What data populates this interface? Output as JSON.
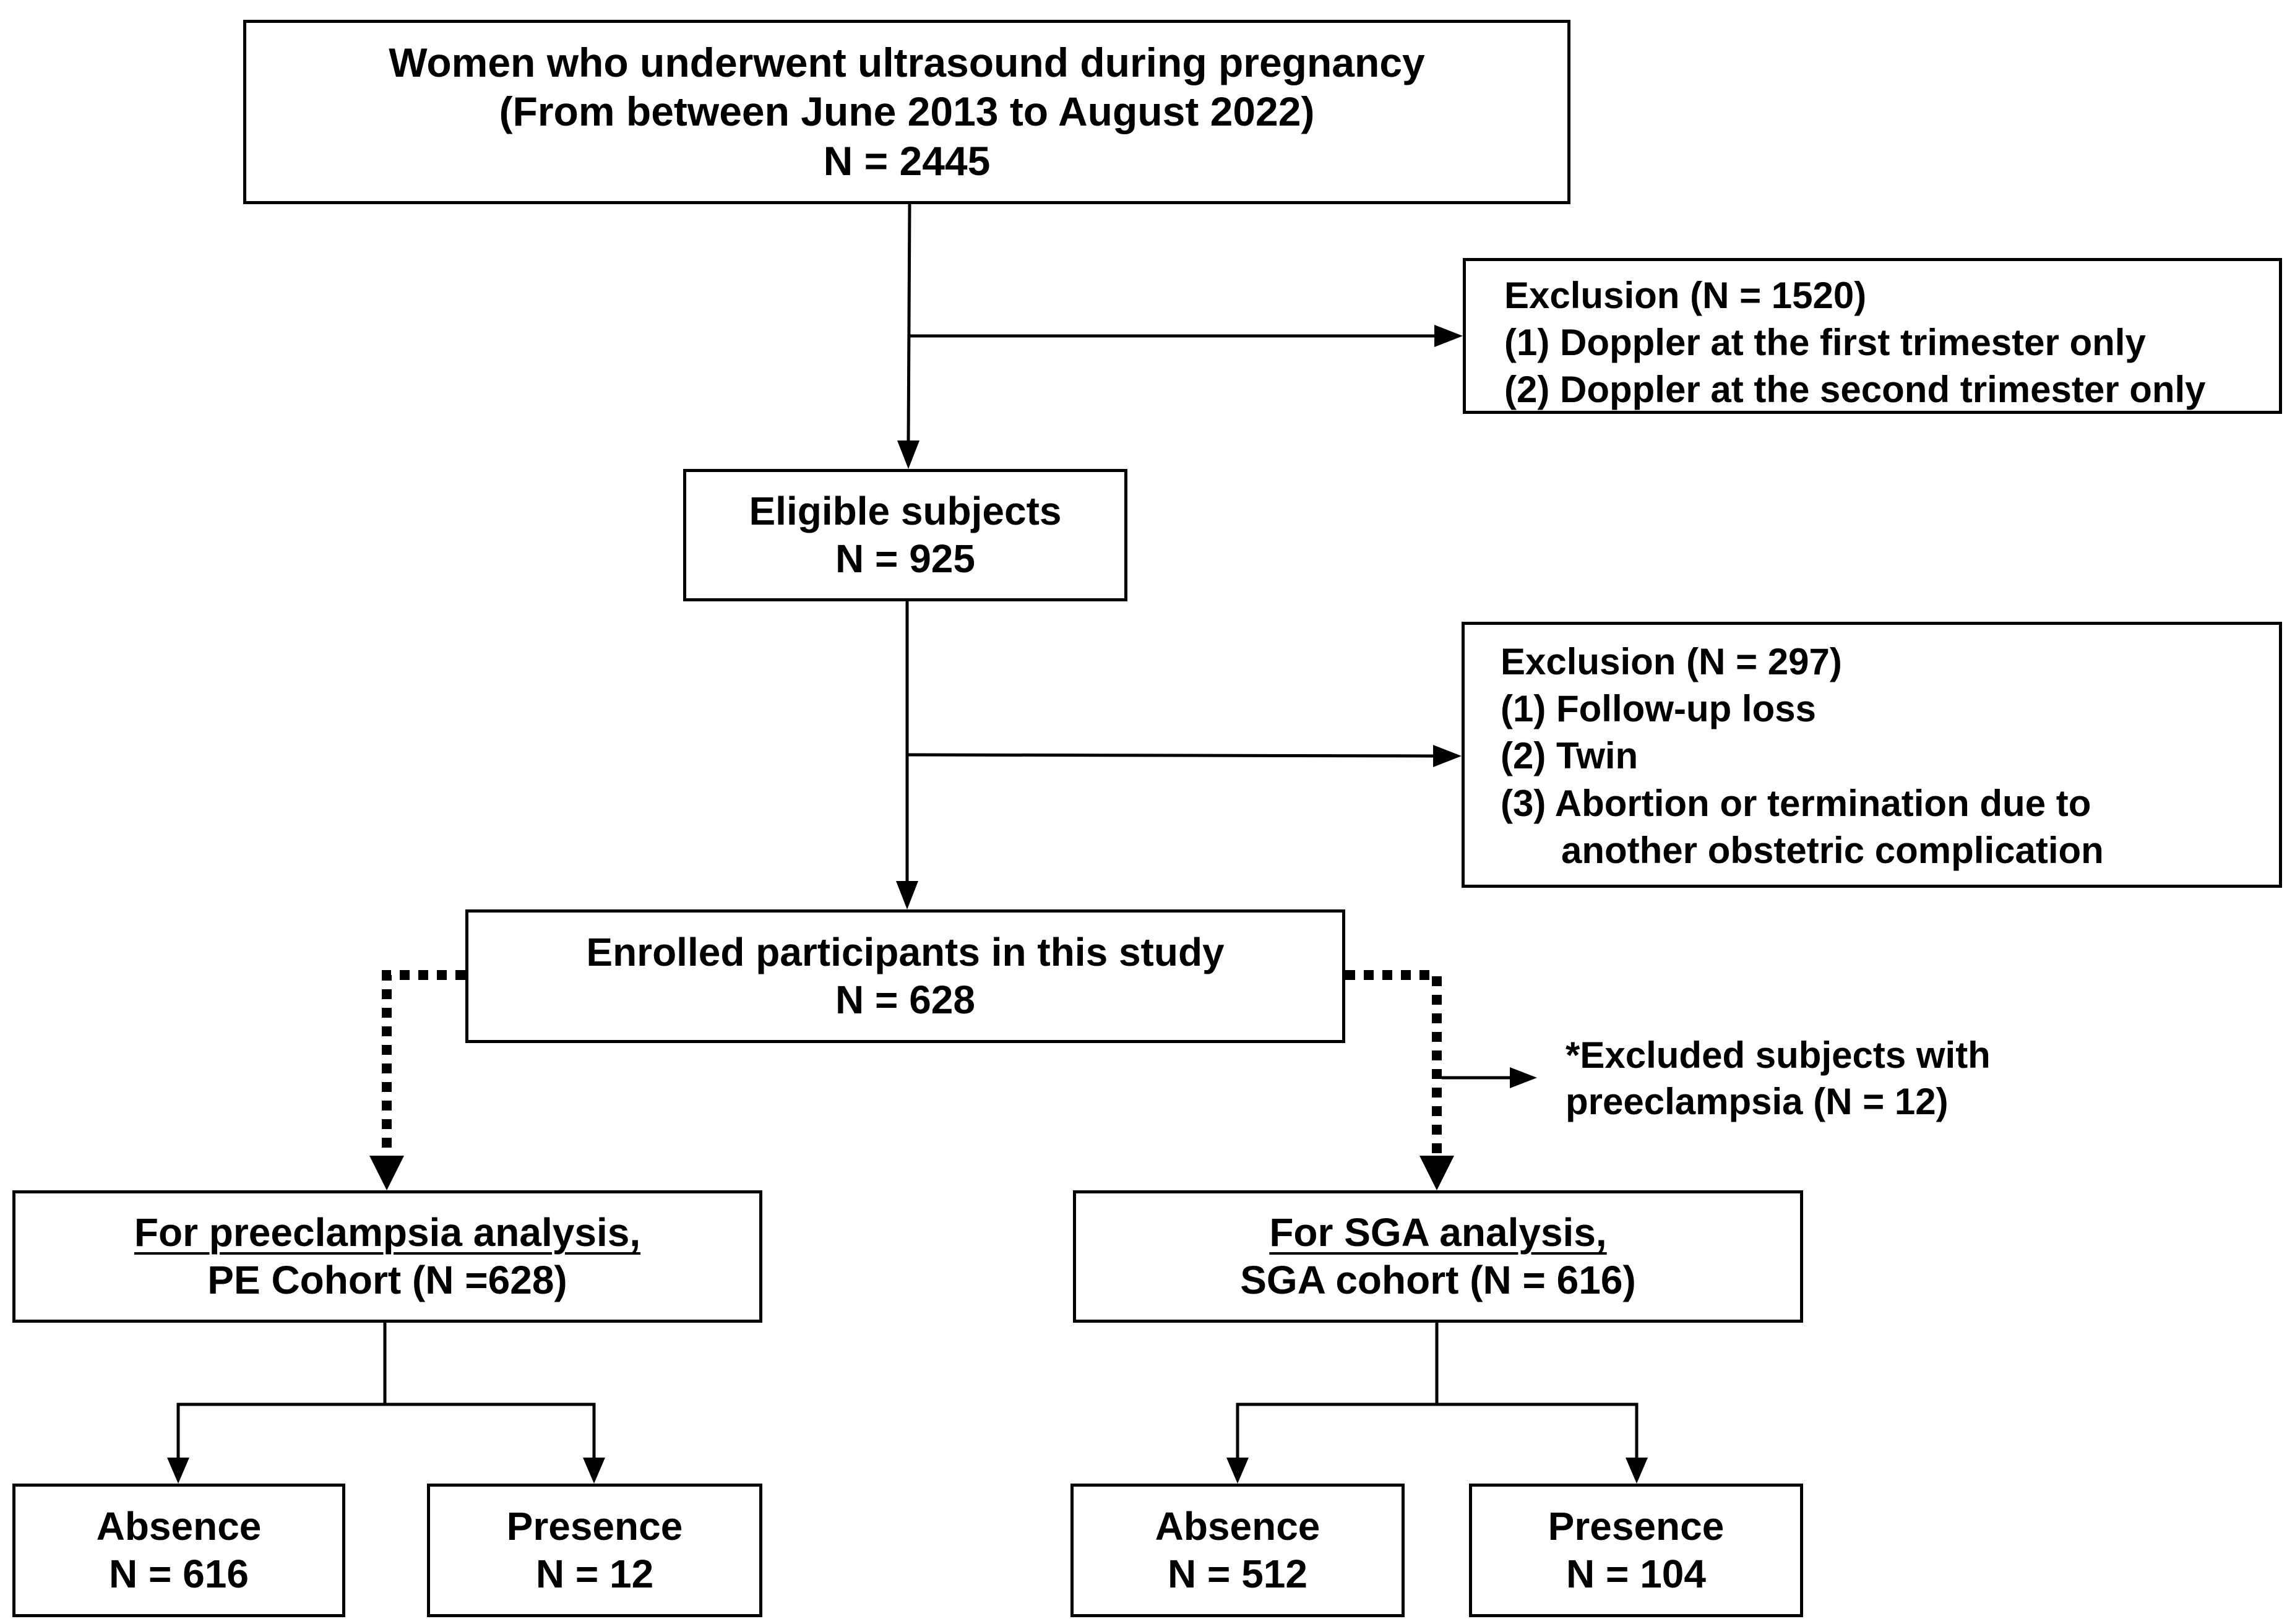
{
  "top": {
    "line1": "Women who underwent ultrasound during pregnancy",
    "line2": "(From between June 2013 to August 2022)",
    "n": "N = 2445"
  },
  "exclusion1": {
    "title": "Exclusion (N = 1520)",
    "items": [
      "(1) Doppler at the first trimester only",
      "(2) Doppler at the second trimester only"
    ]
  },
  "eligible": {
    "title": "Eligible subjects",
    "n": "N = 925"
  },
  "exclusion2": {
    "title": "Exclusion (N = 297)",
    "items": [
      "(1) Follow-up loss",
      "(2) Twin",
      "(3) Abortion or termination due to",
      "another obstetric complication"
    ]
  },
  "enrolled": {
    "title": "Enrolled participants in this study",
    "n": "N = 628"
  },
  "excluded_note": {
    "line1": "*Excluded subjects with",
    "line2": "preeclampsia (N = 12)"
  },
  "pe_cohort": {
    "title": "For preeclampsia analysis,",
    "subtitle": "PE Cohort (N =628)"
  },
  "sga_cohort": {
    "title": "For SGA analysis,",
    "subtitle": "SGA cohort (N = 616)"
  },
  "pe_absence": {
    "label": "Absence",
    "n": "N = 616"
  },
  "pe_presence": {
    "label": "Presence",
    "n": "N = 12"
  },
  "sga_absence": {
    "label": "Absence",
    "n": "N = 512"
  },
  "sga_presence": {
    "label": "Presence",
    "n": "N = 104"
  }
}
